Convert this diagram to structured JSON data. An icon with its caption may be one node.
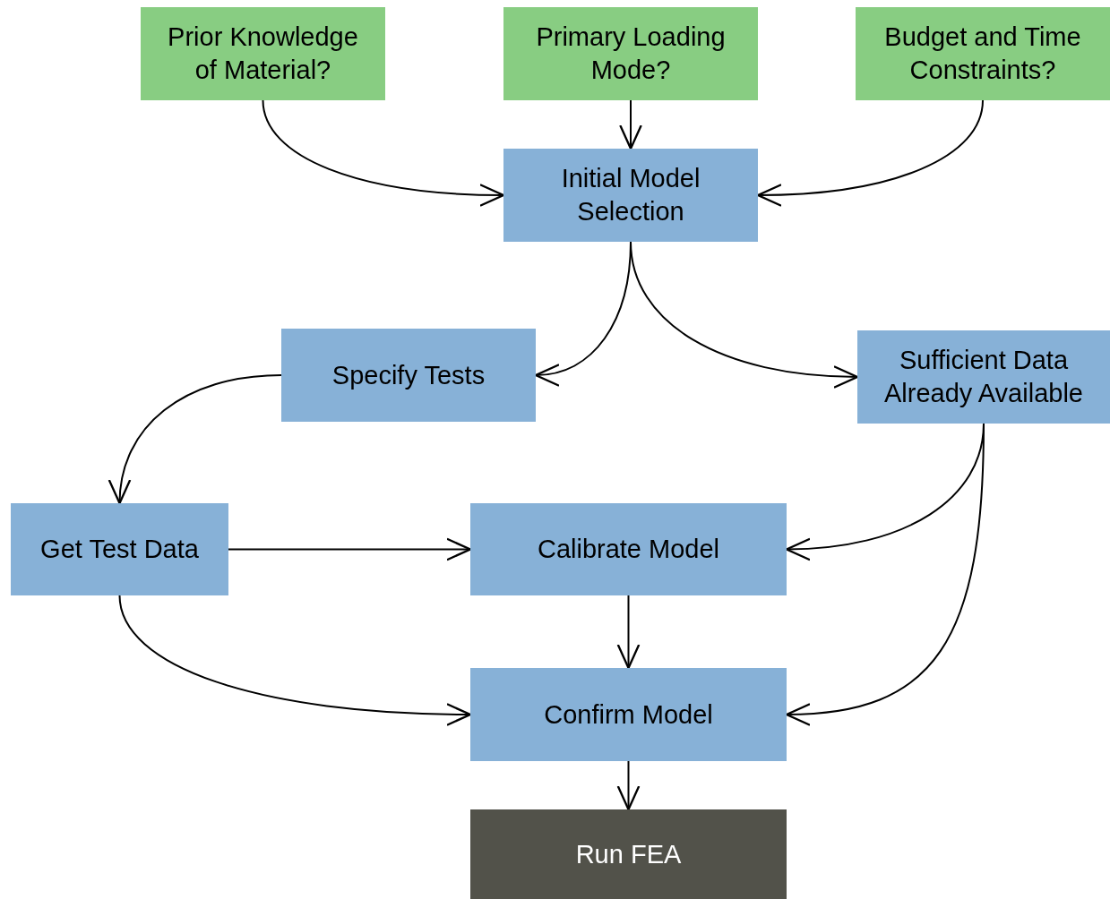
{
  "diagram": {
    "nodes": [
      {
        "text": [
          "Prior Knowledge of Material?"
        ]
      },
      {
        "text": [
          "Primary Loading Mode?"
        ]
      },
      {
        "text": [
          "Budget and Time Constraints?"
        ]
      },
      {
        "text": [
          "Initial Model Selection"
        ]
      },
      {
        "text": [
          "Specify Tests"
        ]
      },
      {
        "text": [
          "Sufficient Data Already Available"
        ]
      },
      {
        "text": [
          "Get Test Data"
        ]
      },
      {
        "text": [
          "Calibrate Model"
        ]
      },
      {
        "text": [
          "Confirm Model"
        ]
      },
      {
        "text": [
          "Run FEA"
        ]
      }
    ],
    "edges": [
      {
        "from": 0,
        "to": 3,
        "arrow": "to"
      },
      {
        "from": 1,
        "to": 3,
        "arrow": "to"
      },
      {
        "from": 2,
        "to": 3,
        "arrow": "to"
      },
      {
        "from": 3,
        "to": 4,
        "arrow": "to"
      },
      {
        "from": 3,
        "to": 5,
        "arrow": "to"
      },
      {
        "from": 4,
        "to": 6,
        "arrow": "to"
      },
      {
        "from": 6,
        "to": 7,
        "arrow": "to"
      },
      {
        "from": 5,
        "to": 7,
        "arrow": "to"
      },
      {
        "from": 5,
        "to": 8,
        "arrow": "to"
      },
      {
        "from": 6,
        "to": 8,
        "arrow": "to"
      },
      {
        "from": 7,
        "to": 8,
        "arrow": "to"
      },
      {
        "from": 8,
        "to": 9,
        "arrow": "to"
      }
    ]
  }
}
